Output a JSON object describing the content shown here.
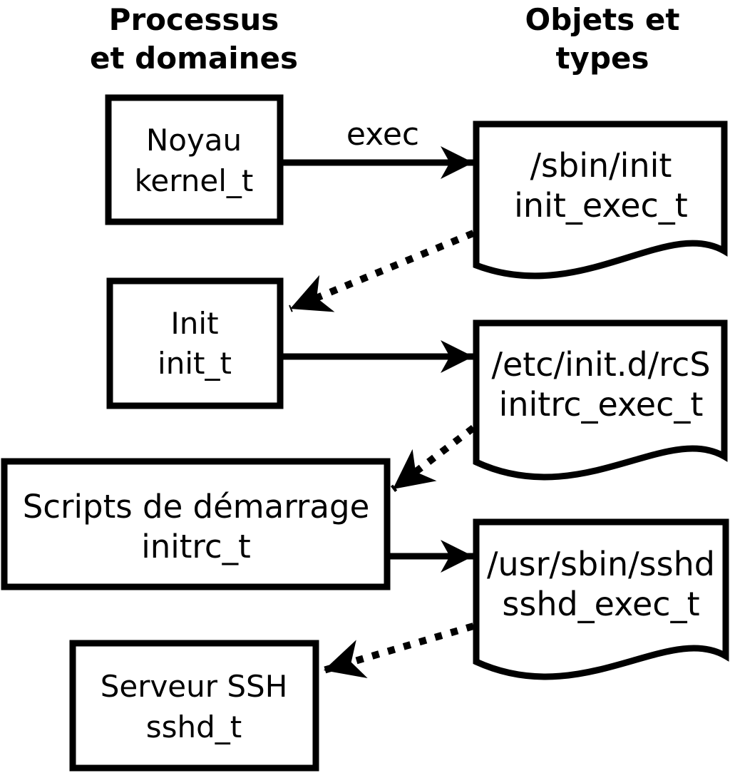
{
  "headers": {
    "left": {
      "line1": "Processus",
      "line2": "et domaines"
    },
    "right": {
      "line1": "Objets et",
      "line2": "types"
    }
  },
  "boxes": [
    {
      "name": "Noyau",
      "type": "kernel_t"
    },
    {
      "name": "Init",
      "type": "init_t"
    },
    {
      "name": "Scripts de démarrage",
      "type": "initrc_t"
    },
    {
      "name": "Serveur SSH",
      "type": "sshd_t"
    }
  ],
  "documents": [
    {
      "path": "/sbin/init",
      "type": "init_exec_t"
    },
    {
      "path": "/etc/init.d/rcS",
      "type": "initrc_exec_t"
    },
    {
      "path": "/usr/sbin/sshd",
      "type": "sshd_exec_t"
    }
  ],
  "edges": [
    {
      "from": "kernel_t",
      "to": "init_exec_t",
      "style": "solid",
      "label": "exec"
    },
    {
      "from": "init_exec_t",
      "to": "init_t",
      "style": "dotted",
      "label": ""
    },
    {
      "from": "init_t",
      "to": "initrc_exec_t",
      "style": "solid",
      "label": ""
    },
    {
      "from": "initrc_exec_t",
      "to": "initrc_t",
      "style": "dotted",
      "label": ""
    },
    {
      "from": "initrc_t",
      "to": "sshd_exec_t",
      "style": "solid",
      "label": ""
    },
    {
      "from": "sshd_exec_t",
      "to": "sshd_t",
      "style": "dotted",
      "label": ""
    }
  ],
  "colors": {
    "stroke": "#000000",
    "fill": "#ffffff",
    "text": "#000000"
  }
}
